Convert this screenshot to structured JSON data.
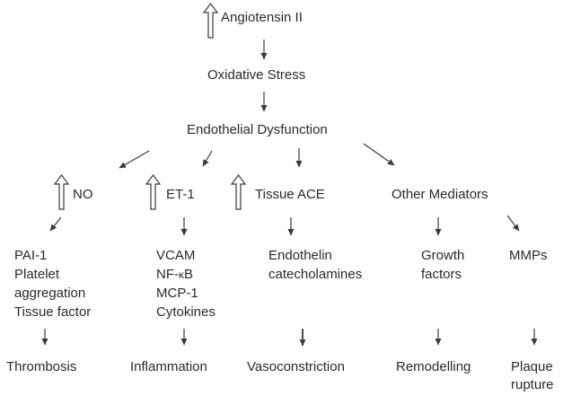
{
  "top": {
    "angiotensin": "Angiotensin II",
    "oxidative_stress": "Oxidative Stress",
    "endothelial_dysfunction": "Endothelial Dysfunction"
  },
  "branches": {
    "no": "NO",
    "et1": "ET-1",
    "tissue_ace": "Tissue ACE",
    "other_mediators": "Other Mediators"
  },
  "mediators": {
    "col1": [
      "PAI-1",
      "Platelet",
      "aggregation",
      "Tissue factor"
    ],
    "col2_vcam": "VCAM",
    "col2_nfkb_prefix": "NF-",
    "col2_nfkb_kappa": "κ",
    "col2_nfkb_suffix": "B",
    "col2_rest": [
      "MCP-1",
      "Cytokines"
    ],
    "col3": [
      "Endothelin",
      "catecholamines"
    ],
    "col4": [
      "Growth",
      "factors"
    ],
    "col5": [
      "MMPs"
    ]
  },
  "outcomes": {
    "thrombosis": "Thrombosis",
    "inflammation": "Inflammation",
    "vasoconstriction": "Vasoconstriction",
    "remodelling": "Remodelling",
    "plaque": [
      "Plaque",
      "rupture"
    ]
  },
  "colors": {
    "text": "#2a2a2a",
    "line": "#3a3a3a"
  }
}
